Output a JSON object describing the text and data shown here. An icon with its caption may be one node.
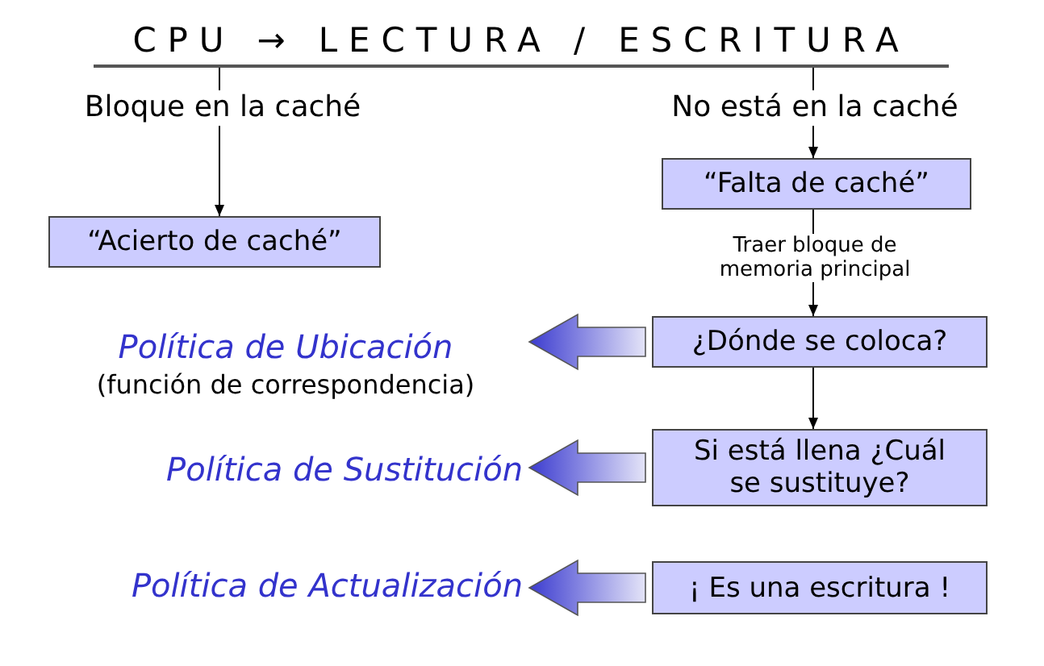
{
  "diagram": {
    "nodes": [
      {
        "text": [
          "CPU → LECTURA / ESCRITURA"
        ]
      },
      {
        "text": [
          "“Acierto de caché”"
        ]
      },
      {
        "text": [
          "“Falta de caché”"
        ]
      },
      {
        "text": [
          "¿Dónde se coloca?"
        ]
      },
      {
        "text": [
          "Si está llena ¿Cuál se sustituye?"
        ]
      },
      {
        "text": [
          "¡ Es una escritura !"
        ]
      },
      {
        "text": [
          "Política de Ubicación",
          "(función de correspondencia)"
        ]
      },
      {
        "text": [
          "Política de Sustitución"
        ]
      },
      {
        "text": [
          "Política de Actualización"
        ]
      }
    ],
    "edges": [
      {
        "from": 0,
        "to": 1,
        "arrow": "to",
        "label": "Bloque en la caché"
      },
      {
        "from": 0,
        "to": 2,
        "arrow": "to",
        "label": "No está en la caché"
      },
      {
        "from": 2,
        "to": 3,
        "arrow": "to",
        "label": "Traer bloque de memoria principal"
      },
      {
        "from": 3,
        "to": 4,
        "arrow": "to"
      },
      {
        "from": 3,
        "to": 6,
        "arrow": "to",
        "style": "thick",
        "color": "#3b3bcf"
      },
      {
        "from": 4,
        "to": 7,
        "arrow": "to",
        "style": "thick",
        "color": "#3b3bcf"
      },
      {
        "from": 5,
        "to": 8,
        "arrow": "to",
        "style": "thick",
        "color": "#3b3bcf"
      }
    ]
  }
}
